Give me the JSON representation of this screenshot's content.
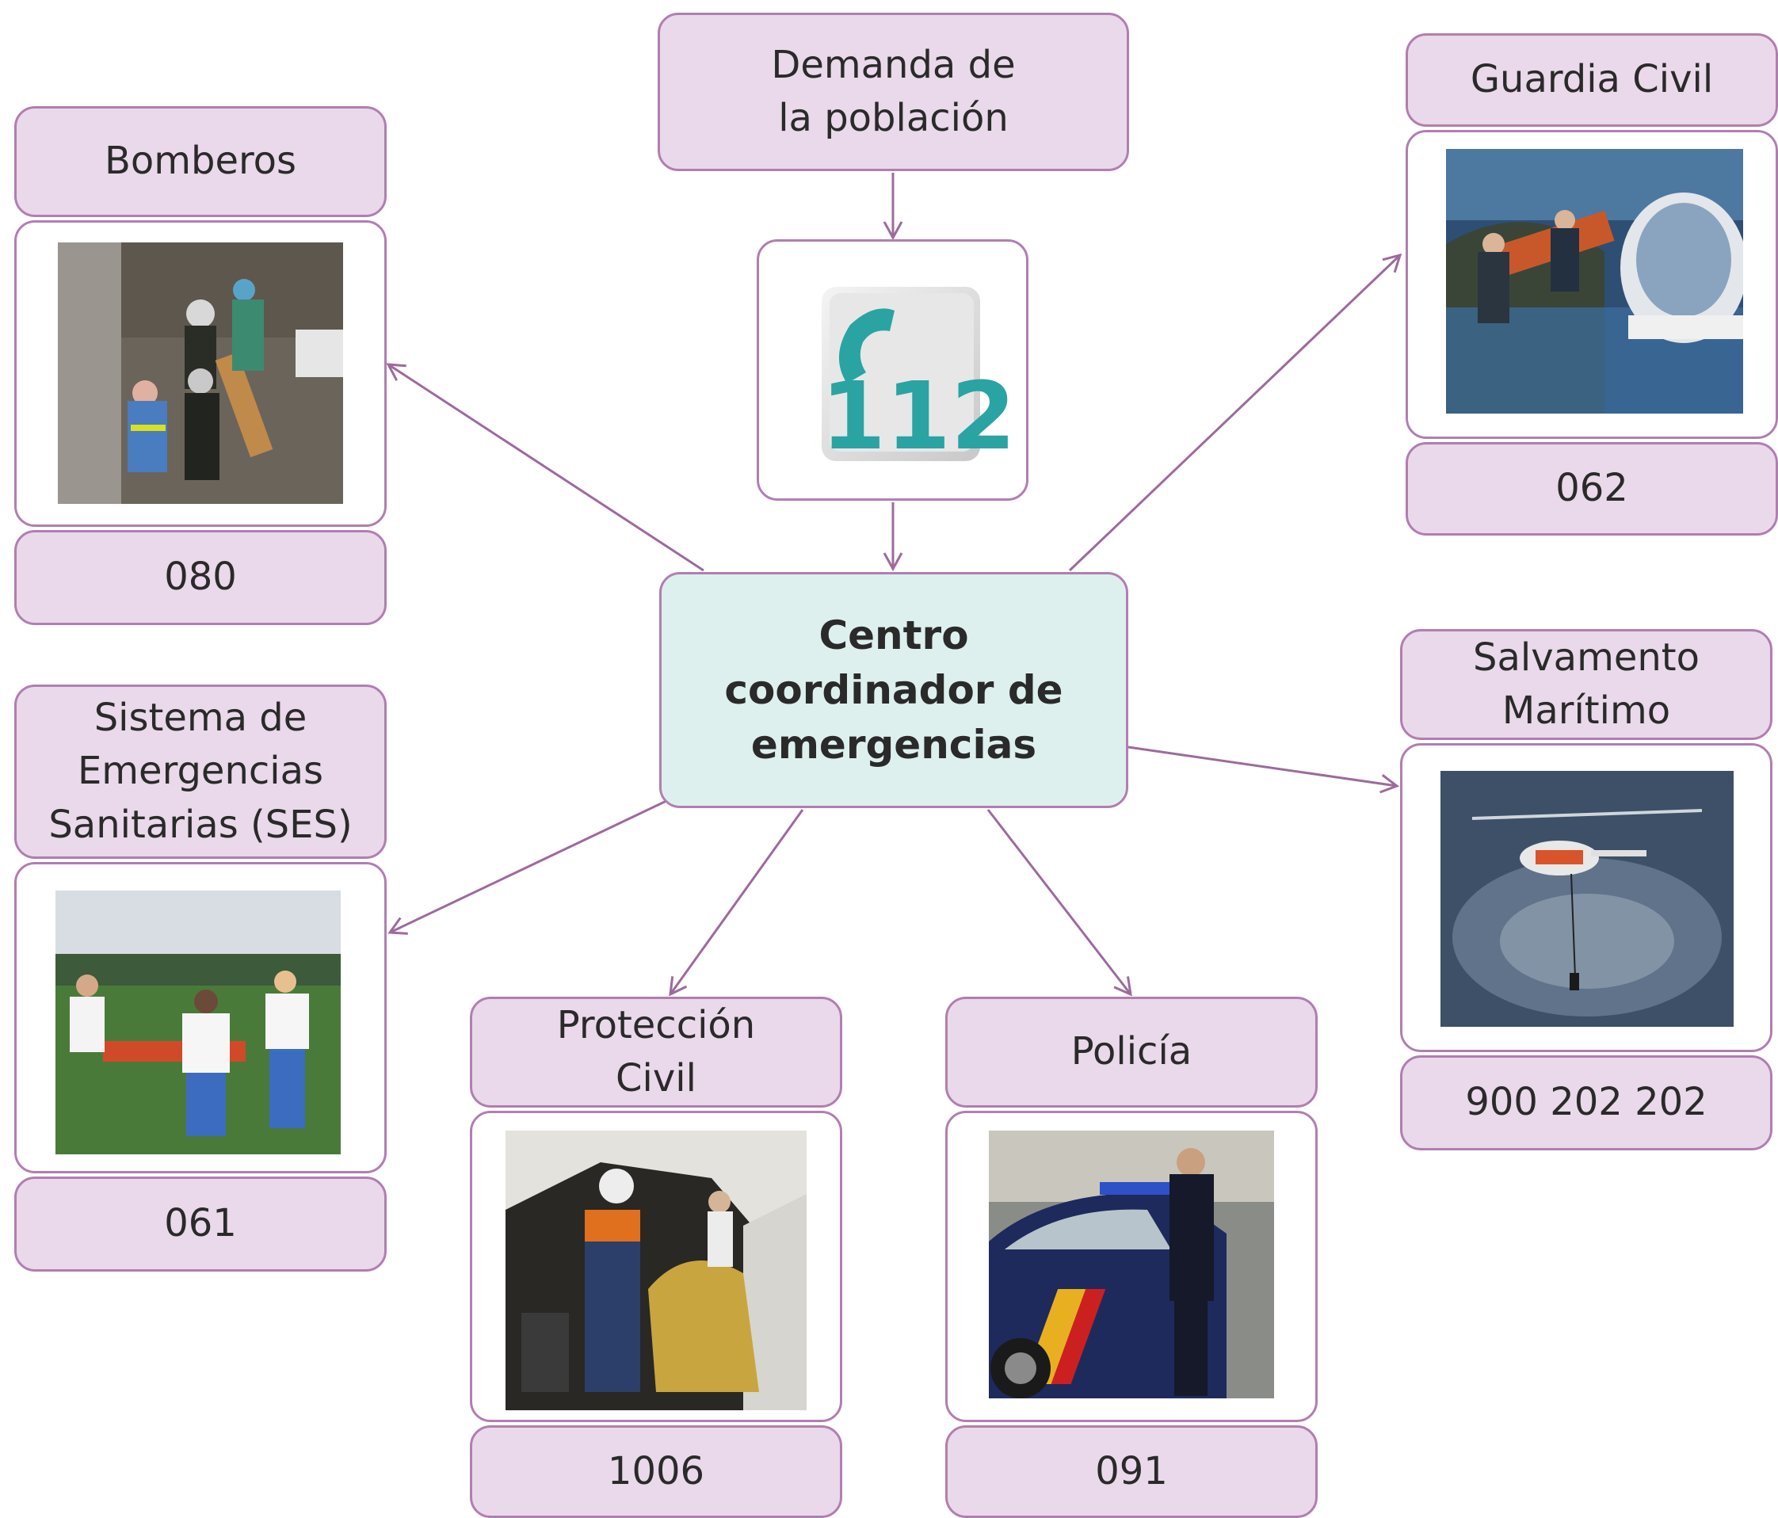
{
  "demand": {
    "label": "Demanda de\nla población"
  },
  "center": {
    "label": "Centro\ncoordinador de\nemergencias",
    "color": "#def0ee"
  },
  "hub_icon": {
    "icon": "phone-112-icon",
    "number": "112",
    "color": "#2aa3a3"
  },
  "services": {
    "bomberos": {
      "label": "Bomberos",
      "number": "080",
      "photo": "firefighters-rescue-photo"
    },
    "guardia_civil": {
      "label": "Guardia Civil",
      "number": "062",
      "photo": "helicopter-cliff-rescue-photo"
    },
    "ses": {
      "label": "Sistema de\nEmergencias\nSanitarias (SES)",
      "number": "061",
      "photo": "stretcher-carry-photo"
    },
    "salvamento": {
      "label": "Salvamento\nMarítimo",
      "number": "900 202 202",
      "photo": "sea-helicopter-photo"
    },
    "proteccion_civil": {
      "label": "Protección\nCivil",
      "number": "1006",
      "photo": "tent-emergency-care-photo"
    },
    "policia": {
      "label": "Policía",
      "number": "091",
      "photo": "police-car-officer-photo"
    }
  },
  "colors": {
    "label_fill": "#ead9ea",
    "border": "#b07fb0",
    "arrow": "#9c6b9c"
  }
}
